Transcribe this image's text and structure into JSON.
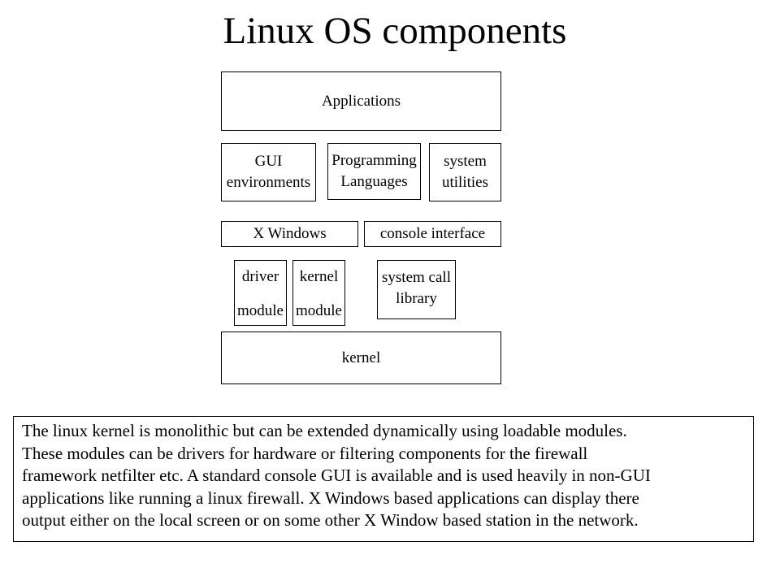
{
  "title": "Linux OS components",
  "layers": {
    "applications": "Applications",
    "gui_environments": [
      "GUI",
      "environments"
    ],
    "programming_languages": [
      "Programming",
      "Languages"
    ],
    "system_utilities": [
      "system",
      "utilities"
    ],
    "x_windows": "X Windows",
    "console_interface": "console interface",
    "driver_module": [
      "driver",
      "module"
    ],
    "kernel_module": [
      "kernel",
      "module"
    ],
    "system_call_library": [
      "system call",
      "library"
    ],
    "kernel": "kernel"
  },
  "description": {
    "lines": [
      "The linux kernel is monolithic but can be extended dynamically using loadable modules.",
      "These modules can be drivers for hardware or filtering components for the firewall",
      "framework netfilter etc. A standard console GUI is available and is used heavily in non-GUI",
      "applications like running a linux firewall. X Windows based applications can display there",
      "output either on the local screen or on some other X Window based station in the network."
    ]
  }
}
